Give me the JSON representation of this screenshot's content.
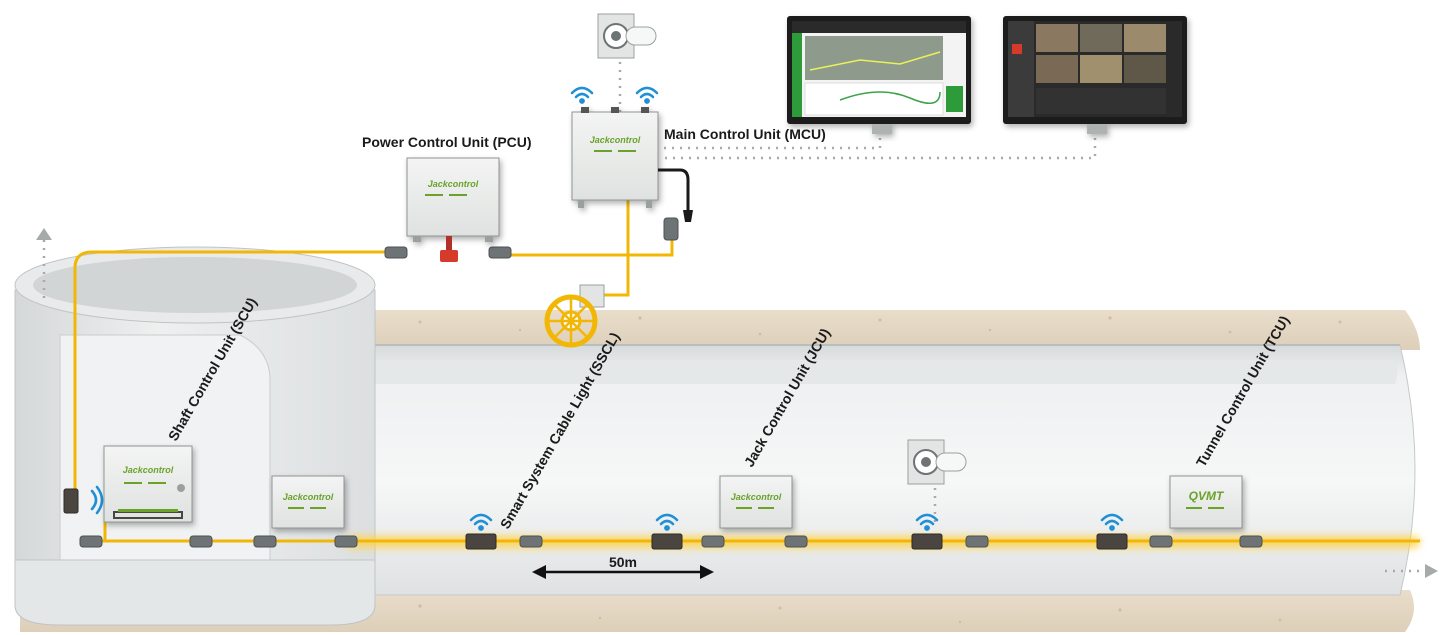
{
  "labels": {
    "pcu": "Power Control Unit (PCU)",
    "mcu": "Main Control Unit (MCU)",
    "scu": "Shaft Control Unit (SCU)",
    "sscl": "Smart System Cable Light (SSCL)",
    "jcu": "Jack Control Unit (JCU)",
    "tcu": "Tunnel Control Unit (TCU)",
    "distance": "50m"
  },
  "boxes": {
    "brand": "Jackcontrol",
    "tcu_brand": "QVMT"
  },
  "colors": {
    "cable": "#f2b705",
    "glow": "#ffd24a",
    "wifi": "#1f8fd6",
    "brand_green": "#6aa22a",
    "box_fill": "#eceeed",
    "box_stroke": "#8f9593",
    "screen_green": "#2e9b3a",
    "plug_red": "#d63a2a"
  },
  "icons": {
    "wifi": "wifi-icon",
    "camera": "camera-icon",
    "cable_reel": "cable-reel-icon",
    "power_plug": "power-plug-icon",
    "arrow": "dashed-arrow-icon"
  }
}
